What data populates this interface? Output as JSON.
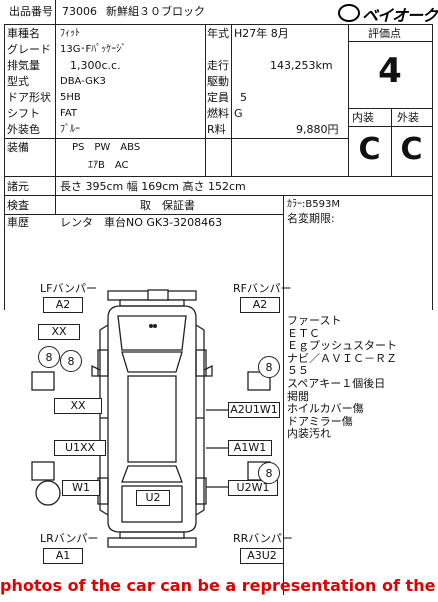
{
  "header": {
    "lot_label": "出品番号",
    "lot_number": "73006",
    "event": "新鮮組３０ブロック",
    "logo": "ベイオーク"
  },
  "rows": {
    "car_name_label": "車種名",
    "car_name": "ﾌｨｯﾄ",
    "grade_label": "グレード",
    "grade": "13G･Fﾊﾟｯｹｰｼﾞ",
    "displacement_label": "排気量",
    "displacement": "1,300c.c.",
    "model_label": "型式",
    "model": "DBA-GK3",
    "doors_label": "ドア形状",
    "doors": "5HB",
    "shift_label": "シフト",
    "shift": "FAT",
    "color_label": "外装色",
    "color": "ﾌﾞﾙｰ",
    "year_label": "年式",
    "year": "H27年 8月",
    "mileage_label": "走行",
    "mileage": "143,253km",
    "drive_label": "駆動",
    "drive": "",
    "capacity_label": "定員",
    "capacity": "5",
    "fuel_label": "燃料",
    "fuel": "G",
    "recycle_label": "R料",
    "recycle": "9,880円",
    "equipment_label": "装備",
    "equipment_line1": "PS　PW　ABS",
    "equipment_line2": "ｴｱB　AC",
    "spec_label": "諸元",
    "spec": "長さ 395cm 幅 169cm 高さ 152cm"
  },
  "grades": {
    "label": "評価点",
    "score": "4",
    "interior_label": "内装",
    "exterior_label": "外装",
    "interior": "C",
    "exterior": "C"
  },
  "inspection": {
    "inspection_label": "検査",
    "history_label": "車歴",
    "history": "レンタ　車台NO GK3-3208463",
    "warranty": "取　保証書",
    "color_code": "ｶﾗｰ:B593M",
    "name_change": "名変期限:"
  },
  "diagram": {
    "lf_label": "LFバンパー",
    "lf_code": "A2",
    "rf_label": "RFバンパー",
    "rf_code": "A2",
    "lr_label": "LRバンパー",
    "lr_code": "A1",
    "rr_label": "RRバンパー",
    "rr_code": "A3U2",
    "left_front_fender": "XX",
    "left_front_door": "XX",
    "left_rear_door": "U1XX",
    "left_rear_fender": "W1",
    "right_front_door": "A2U1W1",
    "right_rear_door": "A1W1",
    "right_rear_fender": "U2W1",
    "rear_center": "U2",
    "circle_lf": "8",
    "circle_lm": "8",
    "circle_rf": "8",
    "circle_rr": "8"
  },
  "notes": [
    "ファースト",
    "ＥＴＣ",
    "Ｅｇプッシュスタート",
    "ナビ／ＡＶＩＣ－ＲＺ",
    "５５",
    "スペアキー１個後日",
    "掲閲",
    "ホイルカバー傷",
    "ドアミラー傷",
    "内装汚れ"
  ],
  "footer": {
    "red_text": "photos of the car can be a representation of the quality of the vehicle"
  }
}
